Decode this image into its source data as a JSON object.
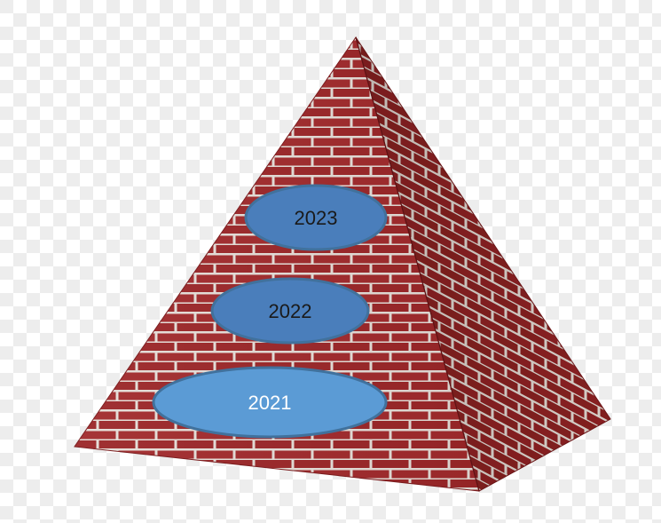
{
  "diagram": {
    "levels": [
      {
        "label": "2023",
        "fill": "#4a7ebb",
        "text_color": "#1a1a1a"
      },
      {
        "label": "2022",
        "fill": "#4a7ebb",
        "text_color": "#1a1a1a"
      },
      {
        "label": "2021",
        "fill": "#5b9bd5",
        "text_color": "#ffffff"
      }
    ],
    "colors": {
      "brick_face_left": "#a12a2c",
      "brick_face_right": "#8e2325",
      "mortar": "#e8e2dc",
      "ellipse_border": "#41719c",
      "checker_light": "#ffffff",
      "checker_dark": "#ededed"
    }
  }
}
